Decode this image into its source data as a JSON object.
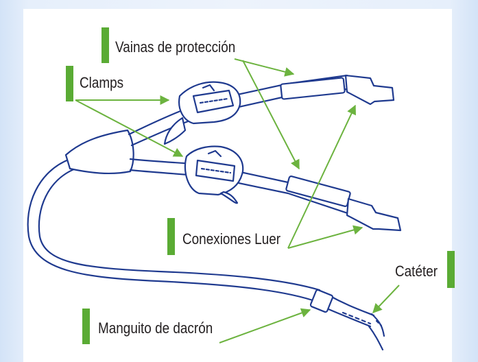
{
  "labels": {
    "vainas": "Vainas de protección",
    "clamps": "Clamps",
    "conexiones": "Conexiones Luer",
    "cateter": "Catéter",
    "manguito": "Manguito de dacrón"
  },
  "colors": {
    "catheter_outline": "#1f3a8f",
    "label_green": "#6cb33f",
    "bar_green": "#5aab34",
    "background": "#e6effb",
    "panel": "#ffffff"
  }
}
